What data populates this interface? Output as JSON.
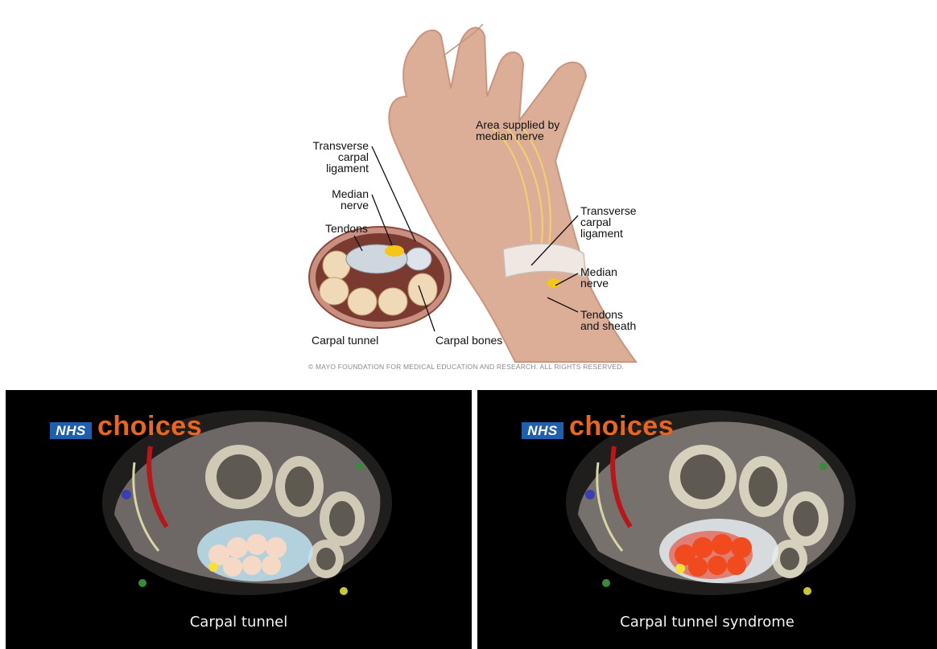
{
  "top_figure": {
    "labels": {
      "transverse_left": "Transverse\ncarpal\nligament",
      "median_left": "Median\nnerve",
      "tendons_left": "Tendons",
      "carpal_tunnel": "Carpal tunnel",
      "carpal_bones": "Carpal bones",
      "area_supplied": "Area supplied by\nmedian nerve",
      "transverse_right": "Transverse\ncarpal\nligament",
      "median_right": "Median\nnerve",
      "tendons_sheath": "Tendons\nand sheath"
    },
    "copyright": "© MAYO FOUNDATION FOR MEDICAL EDUCATION AND RESEARCH. ALL RIGHTS RESERVED."
  },
  "panels": [
    {
      "logo_badge": "NHS",
      "logo_text": "choices",
      "caption": "Carpal tunnel"
    },
    {
      "logo_badge": "NHS",
      "logo_text": "choices",
      "caption": "Carpal tunnel syndrome"
    }
  ],
  "colors": {
    "nhs_blue": "#1f5fb0",
    "choices_orange": "#e8661e",
    "panel_background": "#000000",
    "skin": "#d9a78e",
    "bone": "#efd9b6",
    "nerve": "#f5c518",
    "inflamed": "#e8321c"
  }
}
